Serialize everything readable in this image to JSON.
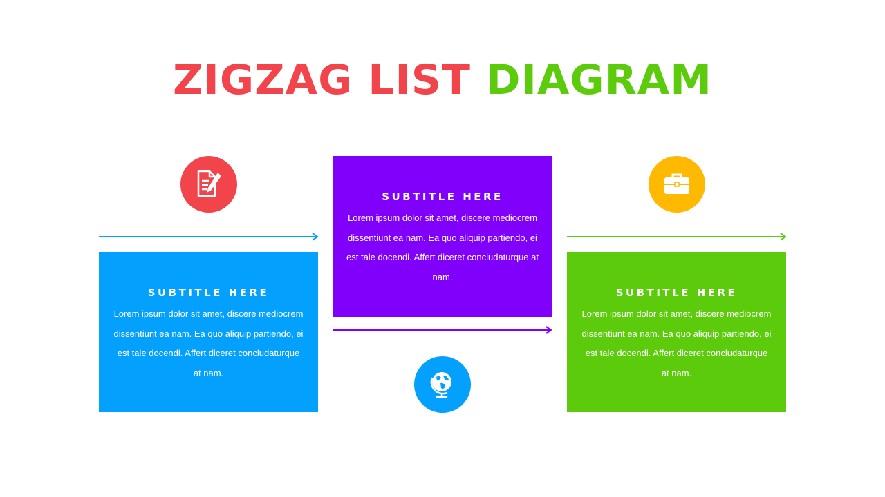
{
  "title": {
    "part1": "ZIGZAG LIST",
    "part2": "DIAGRAM"
  },
  "colors": {
    "red": "#f2444b",
    "green": "#5ccb0c",
    "blue": "#04a0fe",
    "purple": "#8100fb",
    "yellow": "#ffb900"
  },
  "cards": [
    {
      "subtitle": "SUBTITLE HERE",
      "body": "Lorem ipsum dolor sit amet, discere mediocrem dissentiunt ea nam. Ea quo aliquip partiendo, ei est tale docendi. Affert diceret concludaturque at nam.",
      "icon": "document-edit-icon"
    },
    {
      "subtitle": "SUBTITLE HERE",
      "body": "Lorem ipsum dolor sit amet, discere mediocrem dissentiunt ea nam. Ea quo aliquip partiendo, ei est tale docendi. Affert diceret concludaturque at nam.",
      "icon": "globe-icon"
    },
    {
      "subtitle": "SUBTITLE HERE",
      "body": "Lorem ipsum dolor sit amet, discere mediocrem dissentiunt ea nam. Ea quo aliquip partiendo, ei est tale docendi. Affert diceret concludaturque at nam.",
      "icon": "briefcase-icon"
    }
  ]
}
